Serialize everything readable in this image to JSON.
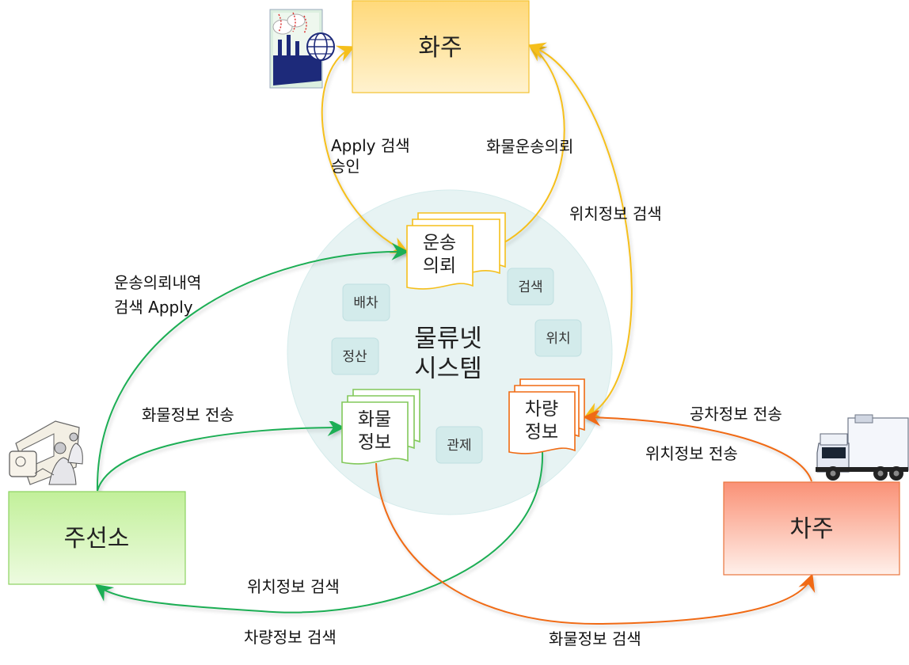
{
  "nodes": {
    "shipper": "화주",
    "forwarder": "주선소",
    "carrier": "차주"
  },
  "center": {
    "line1": "물류넷",
    "line2": "시스템"
  },
  "documents": {
    "transport_request": {
      "line1": "운송",
      "line2": "의뢰"
    },
    "cargo_info": {
      "line1": "화물",
      "line2": "정보"
    },
    "vehicle_info": {
      "line1": "차량",
      "line2": "정보"
    }
  },
  "functions": {
    "dispatch": "배차",
    "settlement": "정산",
    "search": "검색",
    "location": "위치",
    "control": "관제"
  },
  "edges": {
    "apply_search_line1": "Apply 검색",
    "apply_search_line2": "승인",
    "cargo_transport_request": "화물운송의뢰",
    "location_search_shipper": "위치정보 검색",
    "request_history_line1": "운송의뢰내역",
    "request_history_line2": "검색 Apply",
    "cargo_info_send": "화물정보 전송",
    "empty_vehicle_send": "공차정보 전송",
    "location_send": "위치정보 전송",
    "location_search_forwarder": "위치정보 검색",
    "vehicle_search": "차량정보 검색",
    "cargo_search": "화물정보 검색"
  },
  "colors": {
    "shipper_edge": "#f5bf1b",
    "forwarder_edge": "#1fae54",
    "carrier_edge": "#f06a12",
    "circle_fill": "#e6f3f3"
  },
  "icons": [
    "factory-globe-icon",
    "office-workers-icon",
    "truck-icon"
  ]
}
